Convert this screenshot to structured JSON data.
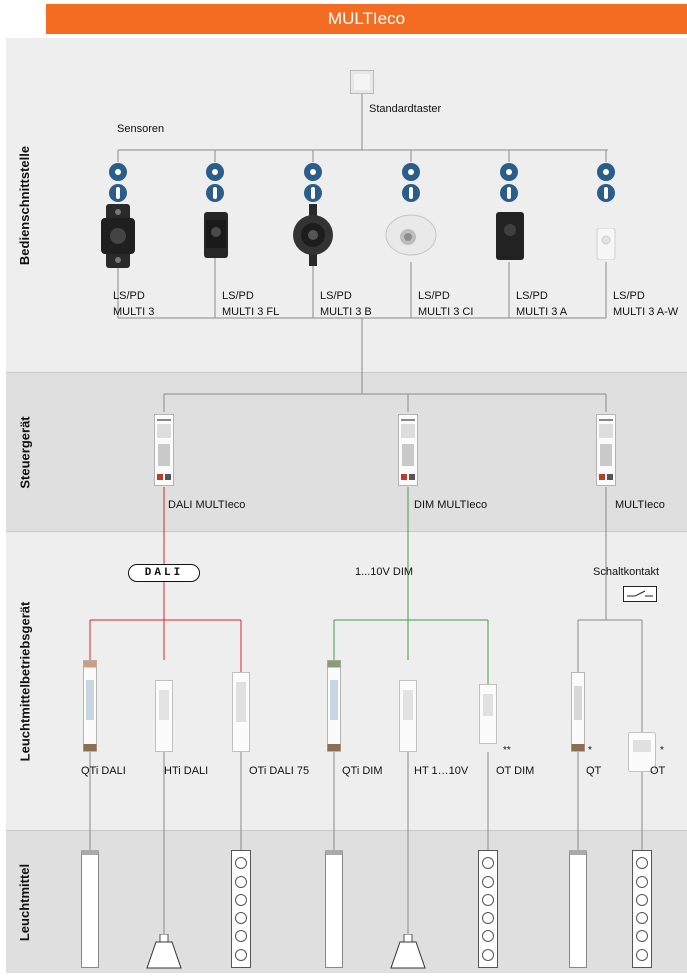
{
  "header": {
    "title": "MULTIeco"
  },
  "bands": [
    {
      "label": "Bedienschnittstelle",
      "bg": "#eeeeee"
    },
    {
      "label": "Steuergerät",
      "bg": "#dfdfdf"
    },
    {
      "label": "Leuchtmittelbetriebsgerät",
      "bg": "#eeeeee"
    },
    {
      "label": "Leuchtmittel",
      "bg": "#dfdfdf"
    }
  ],
  "interface": {
    "standard_button": "Standardtaster",
    "sensors_label": "Sensoren",
    "sensors": [
      {
        "line1": "LS/PD",
        "line2": "MULTI 3"
      },
      {
        "line1": "LS/PD",
        "line2": "MULTI 3 FL"
      },
      {
        "line1": "LS/PD",
        "line2": "MULTI 3 B"
      },
      {
        "line1": "LS/PD",
        "line2": "MULTI 3 CI"
      },
      {
        "line1": "LS/PD",
        "line2": "MULTI 3 A"
      },
      {
        "line1": "LS/PD",
        "line2": "MULTI 3 A-W"
      }
    ]
  },
  "controllers": [
    {
      "label": "DALI MULTIeco"
    },
    {
      "label": "DIM MULTIeco"
    },
    {
      "label": "MULTIeco"
    }
  ],
  "signals": {
    "dali_logo": "DALI",
    "dim": "1...10V DIM",
    "switch_contact": "Schaltkontakt"
  },
  "drivers": [
    {
      "label": "QTi DALI",
      "mark": ""
    },
    {
      "label": "HTi DALI",
      "mark": ""
    },
    {
      "label": "OTi DALI 75",
      "mark": ""
    },
    {
      "label": "QTi DIM",
      "mark": ""
    },
    {
      "label": "HT 1…10V",
      "mark": ""
    },
    {
      "label": "OT DIM",
      "mark": "**"
    },
    {
      "label": "QT",
      "mark": "*"
    },
    {
      "label": "OT",
      "mark": "*"
    }
  ],
  "colors": {
    "accent": "#f36c21",
    "dali_line": "#d9262b",
    "dim_line": "#3aa04a",
    "switch_line": "#7a7a7a",
    "icon_blue": "#2b5d8a"
  }
}
